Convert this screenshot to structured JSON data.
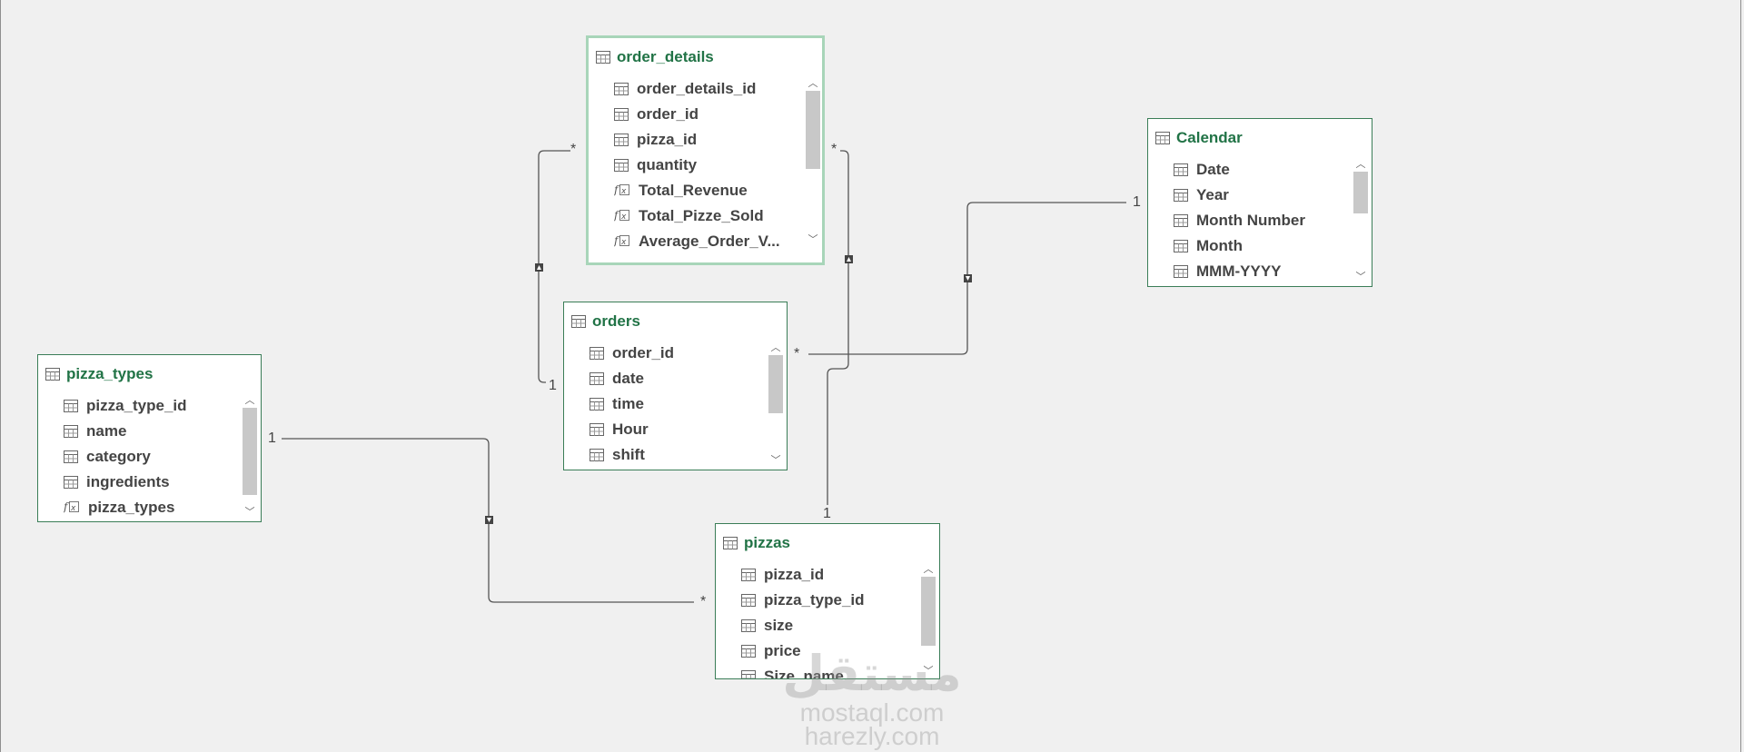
{
  "tables": {
    "order_details": {
      "title": "order_details",
      "fields": [
        {
          "name": "order_details_id",
          "kind": "column"
        },
        {
          "name": "order_id",
          "kind": "column"
        },
        {
          "name": "pizza_id",
          "kind": "column"
        },
        {
          "name": "quantity",
          "kind": "column"
        },
        {
          "name": "Total_Revenue",
          "kind": "measure"
        },
        {
          "name": "Total_Pizze_Sold",
          "kind": "measure"
        },
        {
          "name": "Average_Order_V...",
          "kind": "measure"
        }
      ]
    },
    "calendar": {
      "title": "Calendar",
      "fields": [
        {
          "name": "Date",
          "kind": "column"
        },
        {
          "name": "Year",
          "kind": "column"
        },
        {
          "name": "Month Number",
          "kind": "column"
        },
        {
          "name": "Month",
          "kind": "column"
        },
        {
          "name": "MMM-YYYY",
          "kind": "column"
        }
      ]
    },
    "orders": {
      "title": "orders",
      "fields": [
        {
          "name": "order_id",
          "kind": "column"
        },
        {
          "name": "date",
          "kind": "column"
        },
        {
          "name": "time",
          "kind": "column"
        },
        {
          "name": "Hour",
          "kind": "column"
        },
        {
          "name": "shift",
          "kind": "column"
        }
      ]
    },
    "pizza_types": {
      "title": "pizza_types",
      "fields": [
        {
          "name": "pizza_type_id",
          "kind": "column"
        },
        {
          "name": "name",
          "kind": "column"
        },
        {
          "name": "category",
          "kind": "column"
        },
        {
          "name": "ingredients",
          "kind": "column"
        },
        {
          "name": "pizza_types",
          "kind": "measure"
        }
      ]
    },
    "pizzas": {
      "title": "pizzas",
      "fields": [
        {
          "name": "pizza_id",
          "kind": "column"
        },
        {
          "name": "pizza_type_id",
          "kind": "column"
        },
        {
          "name": "size",
          "kind": "column"
        },
        {
          "name": "price",
          "kind": "column"
        },
        {
          "name": "Size_name",
          "kind": "column"
        }
      ]
    }
  },
  "relationships": {
    "order_details_orders": {
      "many": "*",
      "one": "1"
    },
    "order_details_pizzas": {
      "many": "*",
      "one": "1"
    },
    "orders_calendar": {
      "many": "*",
      "one": "1"
    },
    "pizza_types_pizzas": {
      "one": "1",
      "many": "*"
    }
  },
  "scroll_arrows": {
    "up": "︿",
    "down": "﹀"
  },
  "watermark": {
    "arabic": "مستقل",
    "line1": "mostaql.com",
    "line2": "harezly.com"
  },
  "colors": {
    "accent": "#217346",
    "border": "#3a7d57",
    "selected_border": "#a8d5b9",
    "background": "#f0f0f0"
  }
}
